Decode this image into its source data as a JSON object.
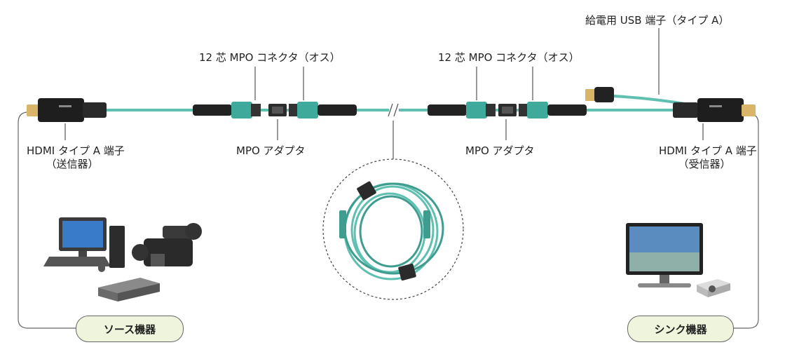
{
  "labels": {
    "usb_power": "給電用 USB 端子（タイプ A）",
    "mpo_connector_left": "12 芯 MPO コネクタ（オス）",
    "mpo_connector_right": "12 芯 MPO コネクタ（オス）",
    "hdmi_tx_line1": "HDMI タイプ A 端子",
    "hdmi_tx_line2": "（送信器）",
    "mpo_adapter_left": "MPO アダプタ",
    "mpo_adapter_right": "MPO アダプタ",
    "hdmi_rx_line1": "HDMI タイプ A 端子",
    "hdmi_rx_line2": "（受信器）"
  },
  "buttons": {
    "source": "ソース機器",
    "sink": "シンク機器"
  },
  "colors": {
    "cable": "#5fbfb0",
    "cable_dark": "#3f9d90",
    "pill_fill": "#eef5dc",
    "line": "#666666"
  }
}
